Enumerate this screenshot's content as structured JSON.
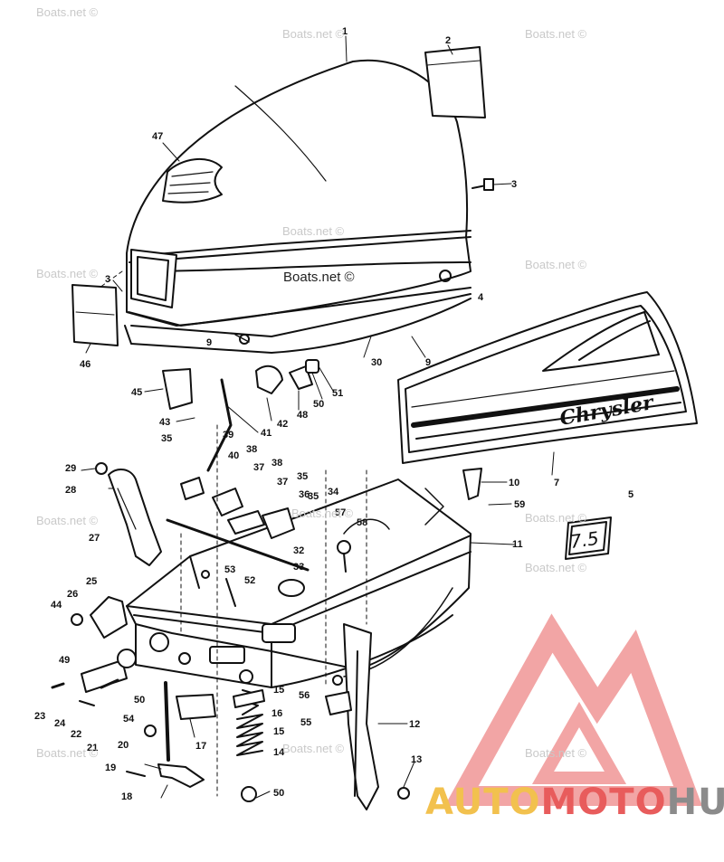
{
  "watermarks": [
    "Boats.net ©",
    "Boats.net ©",
    "Boats.net ©",
    "Boats.net ©",
    "Boats.net ©",
    "Boats.net ©",
    "Boats.net ©",
    "Boats.net ©",
    "Boats.net ©",
    "Boats.net ©",
    "Boats.net ©",
    "Boats.net ©",
    "Boats.net ©"
  ],
  "center_watermark": "Boats.net ©",
  "decal_brand": "Chrysler",
  "decal_hp": "7.5",
  "logo": {
    "part1": "AUTO",
    "part2": "MOTO",
    "part3": "HUB"
  },
  "callouts": [
    "1",
    "2",
    "3",
    "47",
    "3",
    "46",
    "9",
    "30",
    "9",
    "4",
    "45",
    "42",
    "48",
    "50",
    "51",
    "43",
    "41",
    "39",
    "35",
    "40",
    "38",
    "37",
    "38",
    "37",
    "35",
    "36",
    "29",
    "28",
    "10",
    "59",
    "5",
    "7",
    "11",
    "58",
    "57",
    "34",
    "35",
    "27",
    "32",
    "33",
    "53",
    "52",
    "26",
    "25",
    "44",
    "49",
    "23",
    "24",
    "22",
    "21",
    "50",
    "54",
    "20",
    "17",
    "15",
    "16",
    "15",
    "14",
    "56",
    "55",
    "12",
    "13",
    "19",
    "18",
    "50"
  ],
  "colors": {
    "line": "#111111",
    "watermark": "#c9c9c9",
    "logo_red": "#e85c5c",
    "logo_yellow": "#f2c14e",
    "logo_grey": "#8b8b8b"
  }
}
